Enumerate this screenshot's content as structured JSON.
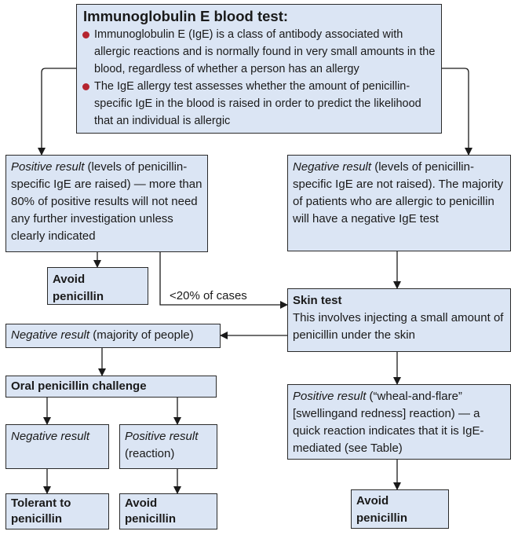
{
  "header": {
    "title": "Immunoglobulin E blood test:",
    "bullets": [
      "Immunoglobulin E (IgE) is a class of antibody associated with allergic reactions and is normally found in very small amounts in the blood, regardless of whether a person has an allergy",
      "The IgE allergy test assesses whether the amount of penicillin-specific IgE in the blood is raised in order to predict the likelihood that an individual is allergic"
    ]
  },
  "positive_ige": {
    "lead": "Positive result",
    "text": " (levels of penicillin-specific IgE are raised) — more than 80% of positive results will not need any further investigation unless clearly indicated"
  },
  "negative_ige": {
    "lead": "Negative result",
    "text": " (levels of penicillin-specific IgE are not raised). The majority of patients who are allergic to penicillin will have a negative IgE test"
  },
  "avoid_1": "Avoid penicillin",
  "less_than_label": "<20% of cases",
  "skin_test": {
    "title": "Skin test",
    "text": "This involves injecting a small amount of penicillin under the skin"
  },
  "negative_skin": {
    "lead": "Negative result",
    "text": " (majority of people)"
  },
  "oral_challenge": "Oral penicillin challenge",
  "negative_oral": "Negative result",
  "positive_oral": {
    "lead": "Positive result",
    "text": "(reaction)"
  },
  "tolerant": "Tolerant to penicillin",
  "avoid_2": "Avoid penicillin",
  "positive_skin": {
    "lead": "Positive result",
    "text": " (“wheal-and-flare” [swellingand redness] reaction) — a quick reaction indicates that it is IgE-mediated (see Table)"
  },
  "avoid_3": "Avoid penicillin",
  "colors": {
    "box_fill": "#dbe5f4",
    "bullet": "#b5242f",
    "line": "#1a1a1a"
  }
}
